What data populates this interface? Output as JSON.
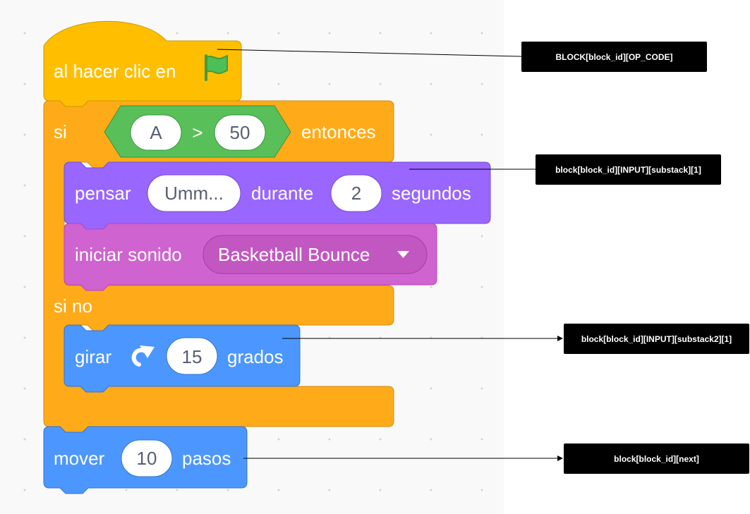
{
  "blocks": {
    "hat": {
      "label": "al hacer clic en",
      "icon": "green-flag-icon"
    },
    "if_else": {
      "if_label": "si",
      "condition": {
        "left": "A",
        "operator": ">",
        "right": "50"
      },
      "then_label": "entonces",
      "else_label": "si no"
    },
    "think": {
      "label": "pensar",
      "message": "Umm...",
      "during": "durante",
      "seconds": "2",
      "unit": "segundos"
    },
    "sound": {
      "label": "iniciar sonido",
      "sound_name": "Basketball Bounce",
      "icon": "dropdown-caret-icon"
    },
    "turn": {
      "label": "girar",
      "icon": "turn-right-icon",
      "degrees": "15",
      "unit": "grados"
    },
    "move": {
      "label": "mover",
      "steps": "10",
      "unit": "pasos"
    }
  },
  "annotations": [
    {
      "text": "BLOCK[block_id][OP_CODE]"
    },
    {
      "text": "block[block_id][INPUT][substack][1]"
    },
    {
      "text": "block[block_id][INPUT][substack2][1]"
    },
    {
      "text": "block[block_id][next]"
    }
  ],
  "colors": {
    "events": "#ffbf00",
    "control": "#ffab19",
    "operators": "#59c059",
    "looks": "#9966ff",
    "sound": "#cf63cf",
    "motion": "#4c97ff",
    "input_text": "#575e75",
    "annotation_bg": "#000000"
  }
}
